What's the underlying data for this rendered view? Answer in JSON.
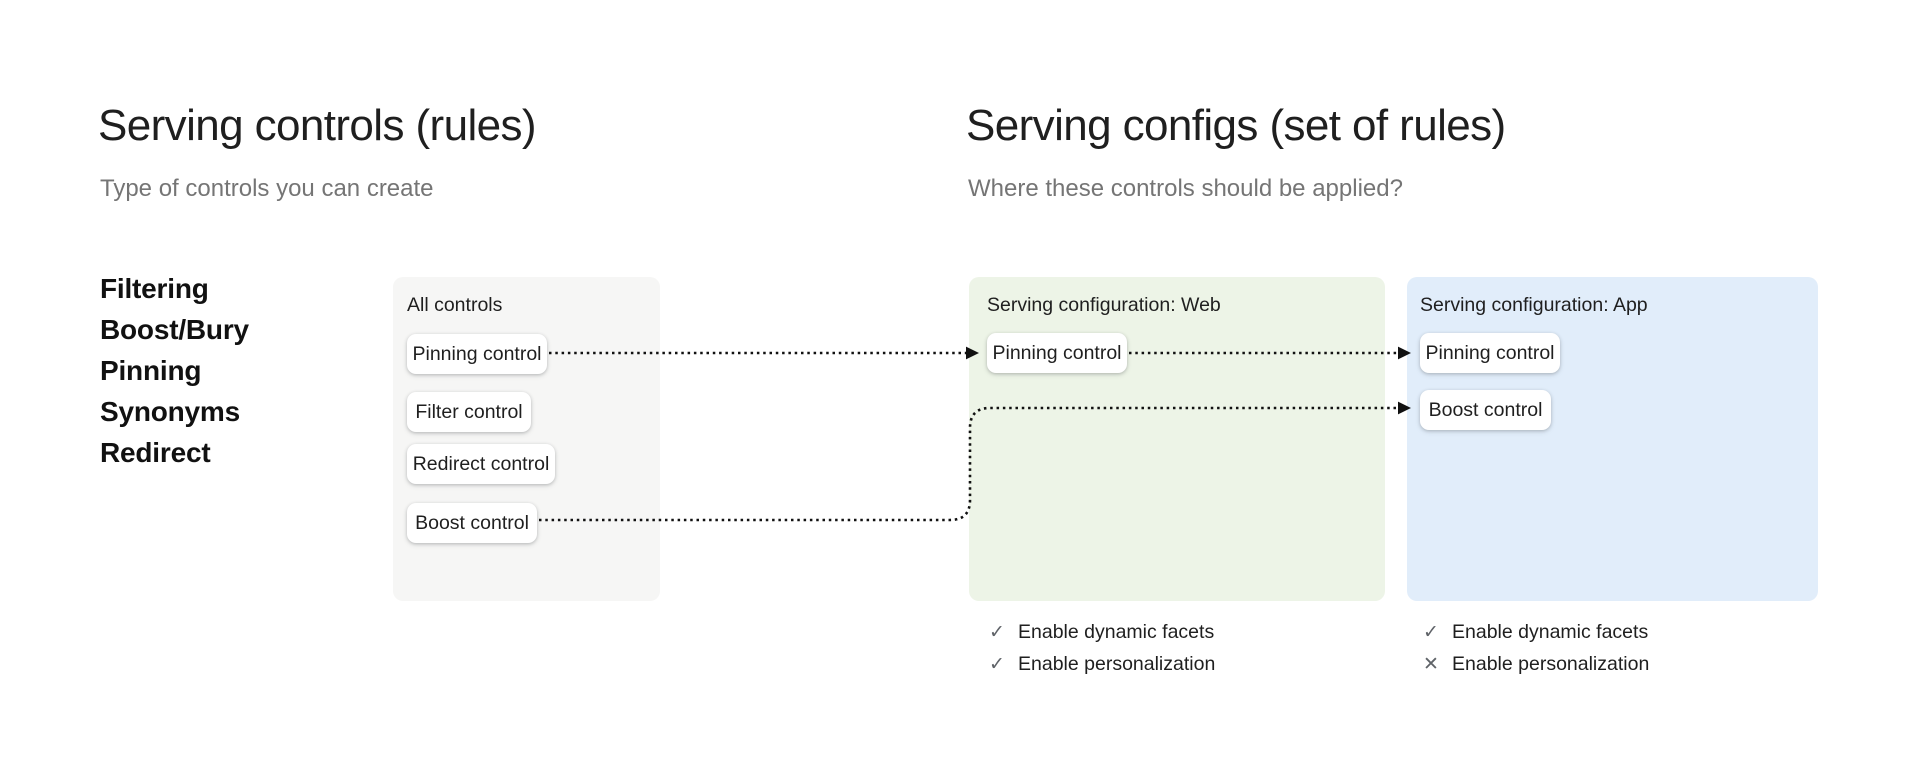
{
  "left_section": {
    "title": "Serving controls (rules)",
    "subtitle": "Type of controls you can create",
    "control_types": [
      "Filtering",
      "Boost/Bury",
      "Pinning",
      "Synonyms",
      "Redirect"
    ],
    "all_controls_panel": {
      "label": "All controls",
      "cards": [
        "Pinning control",
        "Filter control",
        "Redirect control",
        "Boost control"
      ]
    }
  },
  "right_section": {
    "title": "Serving configs (set of rules)",
    "subtitle": "Where these controls should be applied?",
    "web_config": {
      "label": "Serving configuration: Web",
      "cards": [
        "Pinning control"
      ],
      "features": [
        {
          "label": "Enable dynamic facets",
          "status": "enabled"
        },
        {
          "label": "Enable personalization",
          "status": "enabled"
        }
      ]
    },
    "app_config": {
      "label": "Serving configuration: App",
      "cards": [
        "Pinning control",
        "Boost control"
      ],
      "features": [
        {
          "label": "Enable dynamic facets",
          "status": "enabled"
        },
        {
          "label": "Enable personalization",
          "status": "disabled"
        }
      ]
    }
  },
  "icons": {
    "check": "✓",
    "close": "✕"
  },
  "colors": {
    "panel_gray": "#f6f6f5",
    "panel_green": "#edf4e7",
    "panel_blue": "#e1edfa",
    "text_primary": "#1f1f1f",
    "text_secondary": "#757575",
    "connector": "#111111",
    "icon_gray": "#5f6368"
  }
}
